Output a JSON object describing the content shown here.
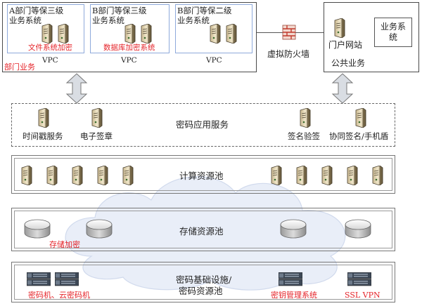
{
  "top": {
    "dept_business_label": "部门业务",
    "vpcs": [
      {
        "title_line1": "A部门等保三级",
        "title_line2": "业务系统",
        "annotation": "文件系统加密",
        "vpc_label": "VPC"
      },
      {
        "title_line1": "B部门等保三级",
        "title_line2": "业务系统",
        "annotation": "数据库加密系统",
        "vpc_label": "VPC"
      },
      {
        "title_line1": "B部门等保二级",
        "title_line2": "业务系统",
        "annotation": "",
        "vpc_label": "VPC"
      }
    ],
    "firewall_label": "虚拟防火墙",
    "portal_label": "门户网站",
    "business_system_label": "业务系统",
    "public_business_label": "公共业务"
  },
  "crypto_app": {
    "title": "密码应用服务",
    "services": [
      "时间戳服务",
      "电子签章",
      "签名验签",
      "协同签名/手机盾"
    ]
  },
  "compute": {
    "title": "计算资源池"
  },
  "storage": {
    "title": "存储资源池",
    "annotation": "存储加密"
  },
  "infra": {
    "title_line1": "密码基础设施/",
    "title_line2": "密码资源池",
    "labels": [
      "密码机、云密码机",
      "密钥管理系统",
      "SSL VPN"
    ]
  },
  "colors": {
    "accent_red": "#e5242a",
    "vpc_border": "#8eaadb",
    "arrow_fill": "#d9dde3",
    "cloud": "#e6ecf7"
  }
}
